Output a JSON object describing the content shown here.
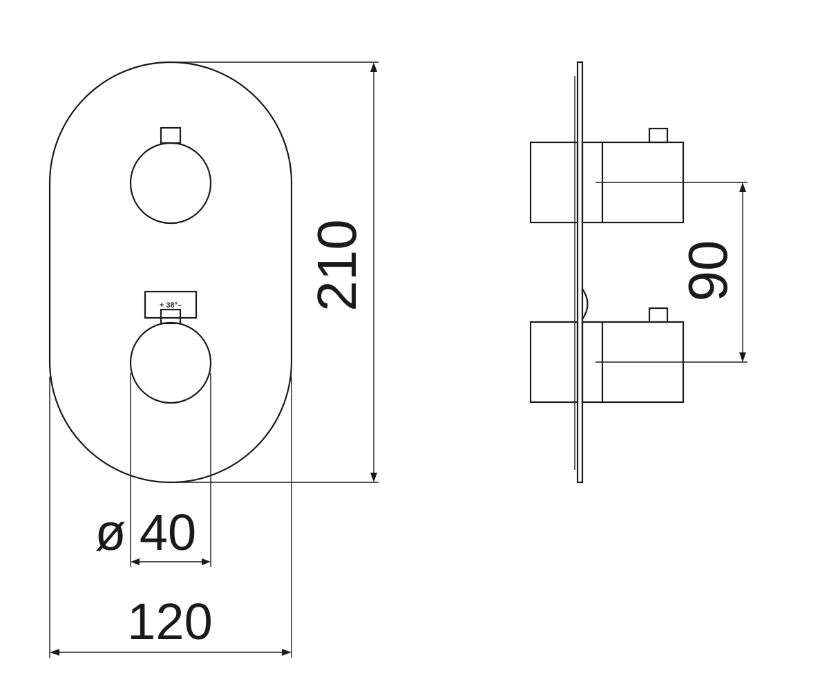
{
  "front_view": {
    "dimension_height": "210",
    "dimension_width": "120",
    "dimension_knob_diameter_symbol": "ø",
    "dimension_knob_diameter": "40",
    "temperature_scale": "+ 38°–"
  },
  "side_view": {
    "dimension_knob_spacing": "90"
  },
  "colors": {
    "line": "#1a1a1a",
    "background": "#ffffff"
  }
}
